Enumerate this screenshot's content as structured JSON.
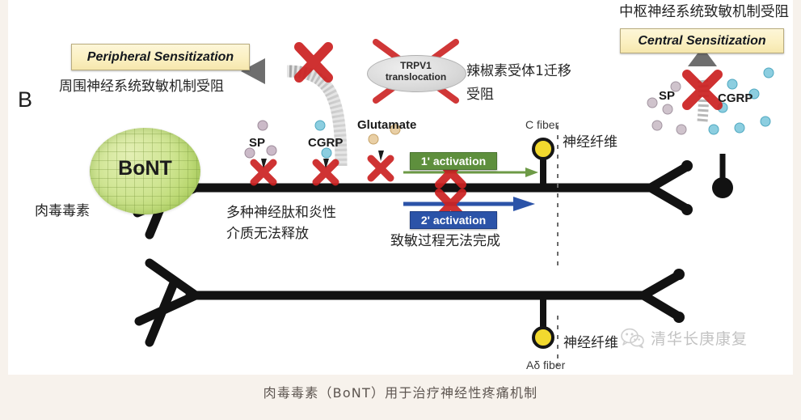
{
  "figure": {
    "panel_label": "B",
    "caption": "肉毒毒素（BoNT）用于治疗神经性疼痛机制"
  },
  "callouts": {
    "peripheral": {
      "en": "Peripheral Sensitization",
      "cn": "周围神经系统致敏机制受阻"
    },
    "central": {
      "en": "Central Sensitization",
      "cn": "中枢神经系统致敏机制受阻"
    }
  },
  "cell": {
    "bont_label": "BoNT",
    "bont_cn": "肉毒毒素"
  },
  "trpv1": {
    "line1": "TRPV1",
    "line2": "translocation",
    "cn": "辣椒素受体1迁移\n受阻"
  },
  "mediators": {
    "sp": "SP",
    "cgrp": "CGRP",
    "glutamate": "Glutamate",
    "release_blocked_cn": "多种神经肽和炎性\n介质无法释放"
  },
  "central_mediators": {
    "sp": "SP",
    "cgrp": "CGRP"
  },
  "activation": {
    "primary": "1' activation",
    "secondary": "2' activation",
    "sensitization_blocked_cn": "致敏过程无法完成"
  },
  "fibers": {
    "c_fiber": "C fiber",
    "c_fiber_cn": "神经纤维",
    "ad_fiber": "Aδ fiber",
    "ad_fiber_cn": "神经纤维"
  },
  "watermark": {
    "text": "清华长庚康复",
    "icon": "wechat-icon"
  },
  "colors": {
    "page_background": "#f7f2ec",
    "figure_background": "#ffffff",
    "callout_fill": "#fbf0c2",
    "callout_border": "#b9ac7e",
    "bont_cell": "#c3e07f",
    "primary_activation": "#5e8f3d",
    "secondary_activation": "#2b53a8",
    "block_x": "#cc2222",
    "neuron": "#121212",
    "fiber_node": "#f2d92e",
    "sp_particle": "#b9a3b5",
    "cgrp_particle": "#6fc2d8",
    "glutamate_particle": "#e3c38f",
    "caption_text": "#5d5550"
  }
}
